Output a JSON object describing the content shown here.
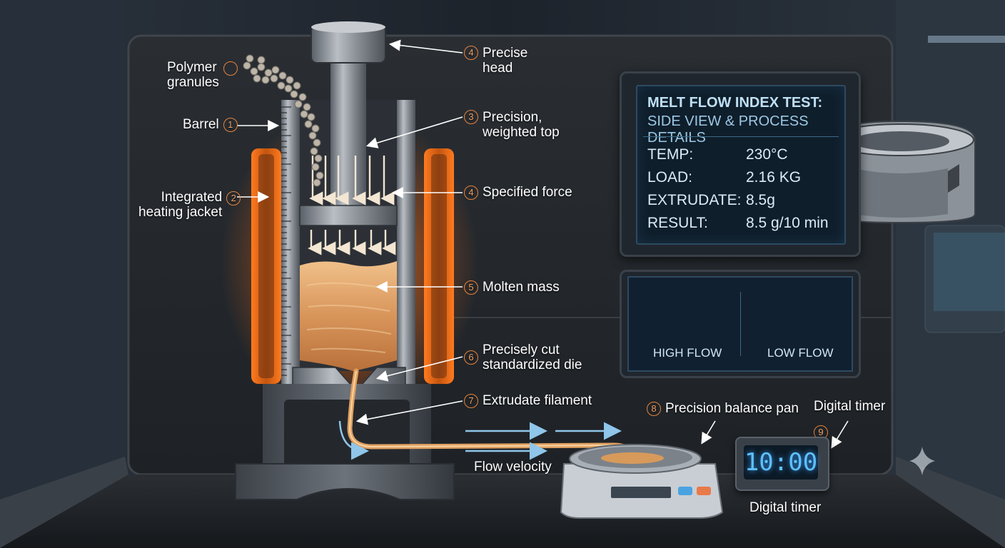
{
  "labels": {
    "polymer_granules": [
      "Polymer",
      "granules"
    ],
    "barrel": "Barrel",
    "heating_jacket": [
      "Integrated",
      "heating jacket"
    ],
    "precise_head": [
      "Precise",
      "head"
    ],
    "weighted_top": [
      "Precision,",
      "weighted top"
    ],
    "specified_force": "Specified force",
    "molten_mass": "Molten mass",
    "die": [
      "Precisely cut",
      "standardized die"
    ],
    "extrudate": "Extrudate filament",
    "balance_pan": "Precision balance pan",
    "flow_velocity": "Flow velocity",
    "digital_timer_top": "Digital timer",
    "digital_timer_bottom": "Digital timer"
  },
  "markers": {
    "barrel": "1",
    "heating_jacket": "2",
    "weighted_top": "3",
    "precise_head": "4",
    "specified_force": "4",
    "molten_mass": "5",
    "die": "6",
    "extrudate": "7",
    "balance_pan": "8",
    "digital_timer": "9"
  },
  "info_panel": {
    "title": "MELT FLOW INDEX TEST:",
    "subtitle": "SIDE VIEW & PROCESS DETAILS",
    "rows": [
      {
        "key": "TEMP:",
        "value": "230°C"
      },
      {
        "key": "LOAD:",
        "value": "2.16 KG"
      },
      {
        "key": "EXTRUDATE:",
        "value": "8.5g"
      },
      {
        "key": "RESULT:",
        "value": "8.5 g/10 min"
      }
    ]
  },
  "molecule_panel": {
    "left": "HIGH FLOW",
    "right": "LOW FLOW"
  },
  "timer_display": "10:00",
  "colors": {
    "accent": "#e8823a",
    "heat_glow": "#ff7a1f",
    "screen_text": "#bfe0f5",
    "timer_digits": "#5fc0ff",
    "molten": "#e0a060",
    "flow_arrow": "#8fc6ea"
  }
}
